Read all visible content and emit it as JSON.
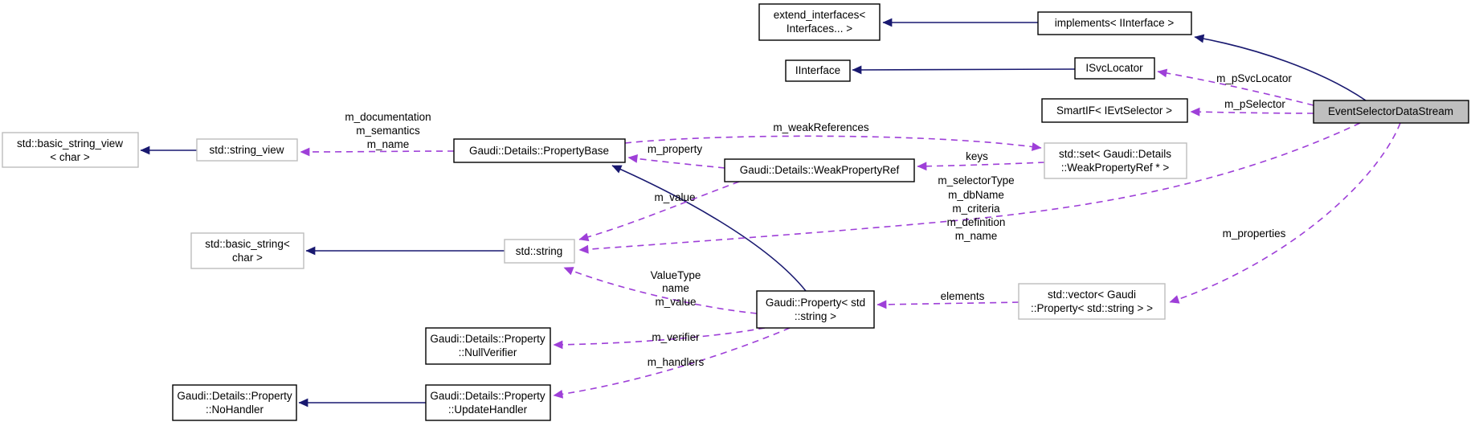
{
  "diagram": {
    "kind": "collaboration-graph",
    "focus_node": "EventSelectorDataStream",
    "colors": {
      "inheritance_edge": "#191970",
      "usage_edge": "#9e3fd8",
      "node_border": "#000000",
      "external_node_border": "#bdbdbd",
      "node_fill": "#ffffff",
      "focus_node_fill": "#bfbfbf",
      "background": "#ffffff",
      "text": "#000000"
    },
    "nodes": [
      {
        "id": "extend-interfaces",
        "lines": [
          "extend_interfaces<",
          "Interfaces... >"
        ]
      },
      {
        "id": "implements-iinterface",
        "lines": [
          "implements< IInterface >"
        ]
      },
      {
        "id": "iinterface",
        "lines": [
          "IInterface"
        ]
      },
      {
        "id": "isvclocator",
        "lines": [
          "ISvcLocator"
        ]
      },
      {
        "id": "smartif-ievtselector",
        "lines": [
          "SmartIF< IEvtSelector >"
        ]
      },
      {
        "id": "event-selector-data-stream",
        "lines": [
          "EventSelectorDataStream"
        ]
      },
      {
        "id": "std-basic-string-view",
        "lines": [
          "std::basic_string_view",
          "< char >"
        ]
      },
      {
        "id": "std-string-view",
        "lines": [
          "std::string_view"
        ]
      },
      {
        "id": "gaudi-details-property-base",
        "lines": [
          "Gaudi::Details::PropertyBase"
        ]
      },
      {
        "id": "gaudi-details-weak-property-ref",
        "lines": [
          "Gaudi::Details::WeakPropertyRef"
        ]
      },
      {
        "id": "std-set-weak-property-ref",
        "lines": [
          "std::set< Gaudi::Details",
          "::WeakPropertyRef * >"
        ]
      },
      {
        "id": "std-basic-string",
        "lines": [
          "std::basic_string<",
          "char >"
        ]
      },
      {
        "id": "std-string",
        "lines": [
          "std::string"
        ]
      },
      {
        "id": "gaudi-property-std-string",
        "lines": [
          "Gaudi::Property< std",
          "::string >"
        ]
      },
      {
        "id": "std-vector-gaudi-property",
        "lines": [
          "std::vector< Gaudi",
          "::Property< std::string > >"
        ]
      },
      {
        "id": "gaudi-details-property-null-verifier",
        "lines": [
          "Gaudi::Details::Property",
          "::NullVerifier"
        ]
      },
      {
        "id": "gaudi-details-property-no-handler",
        "lines": [
          "Gaudi::Details::Property",
          "::NoHandler"
        ]
      },
      {
        "id": "gaudi-details-property-update-handler",
        "lines": [
          "Gaudi::Details::Property",
          "::UpdateHandler"
        ]
      }
    ],
    "edges": [
      {
        "id": "implements-to-extend-interfaces",
        "type": "inheritance",
        "from": "implements-iinterface",
        "to": "extend-interfaces",
        "labels": []
      },
      {
        "id": "esds-to-implements",
        "type": "inheritance",
        "from": "event-selector-data-stream",
        "to": "implements-iinterface",
        "labels": []
      },
      {
        "id": "isvclocator-to-iinterface",
        "type": "inheritance",
        "from": "isvclocator",
        "to": "iinterface",
        "labels": []
      },
      {
        "id": "string-view-to-basic-string-view",
        "type": "inheritance",
        "from": "std-string-view",
        "to": "std-basic-string-view",
        "labels": []
      },
      {
        "id": "gaudi-property-to-property-base",
        "type": "inheritance",
        "from": "gaudi-property-std-string",
        "to": "gaudi-details-property-base",
        "labels": []
      },
      {
        "id": "std-string-to-basic-string",
        "type": "inheritance",
        "from": "std-string",
        "to": "std-basic-string",
        "labels": []
      },
      {
        "id": "update-handler-to-no-handler",
        "type": "inheritance",
        "from": "gaudi-details-property-update-handler",
        "to": "gaudi-details-property-no-handler",
        "labels": []
      },
      {
        "id": "esds-uses-isvclocator",
        "type": "usage",
        "from": "event-selector-data-stream",
        "to": "isvclocator",
        "labels": [
          "m_pSvcLocator"
        ]
      },
      {
        "id": "esds-uses-smartif",
        "type": "usage",
        "from": "event-selector-data-stream",
        "to": "smartif-ievtselector",
        "labels": [
          "m_pSelector"
        ]
      },
      {
        "id": "property-base-uses-string-view",
        "type": "usage",
        "from": "gaudi-details-property-base",
        "to": "std-string-view",
        "labels": [
          "m_documentation",
          "m_semantics",
          "m_name"
        ]
      },
      {
        "id": "property-base-uses-std-set",
        "type": "usage",
        "from": "gaudi-details-property-base",
        "to": "std-set-weak-property-ref",
        "labels": [
          "m_weakReferences"
        ]
      },
      {
        "id": "std-set-uses-weak-property-ref",
        "type": "usage",
        "from": "std-set-weak-property-ref",
        "to": "gaudi-details-weak-property-ref",
        "labels": [
          "keys"
        ]
      },
      {
        "id": "weak-property-ref-uses-property-base",
        "type": "usage",
        "from": "gaudi-details-weak-property-ref",
        "to": "gaudi-details-property-base",
        "labels": [
          "m_property"
        ]
      },
      {
        "id": "weak-property-ref-uses-std-string",
        "type": "usage",
        "from": "gaudi-details-weak-property-ref",
        "to": "std-string",
        "labels": [
          "m_value"
        ]
      },
      {
        "id": "esds-uses-std-string",
        "type": "usage",
        "from": "event-selector-data-stream",
        "to": "std-string",
        "labels": [
          "m_selectorType",
          "m_dbName",
          "m_criteria",
          "m_definition",
          "m_name"
        ]
      },
      {
        "id": "gaudi-property-uses-std-string",
        "type": "usage",
        "from": "gaudi-property-std-string",
        "to": "std-string",
        "labels": [
          "ValueType",
          "name",
          "m_value"
        ]
      },
      {
        "id": "std-vector-uses-gaudi-property",
        "type": "usage",
        "from": "std-vector-gaudi-property",
        "to": "gaudi-property-std-string",
        "labels": [
          "elements"
        ]
      },
      {
        "id": "esds-uses-std-vector",
        "type": "usage",
        "from": "event-selector-data-stream",
        "to": "std-vector-gaudi-property",
        "labels": [
          "m_properties"
        ]
      },
      {
        "id": "gaudi-property-uses-null-verifier",
        "type": "usage",
        "from": "gaudi-property-std-string",
        "to": "gaudi-details-property-null-verifier",
        "labels": [
          "m_verifier"
        ]
      },
      {
        "id": "gaudi-property-uses-update-handler",
        "type": "usage",
        "from": "gaudi-property-std-string",
        "to": "gaudi-details-property-update-handler",
        "labels": [
          "m_handlers"
        ]
      }
    ]
  }
}
